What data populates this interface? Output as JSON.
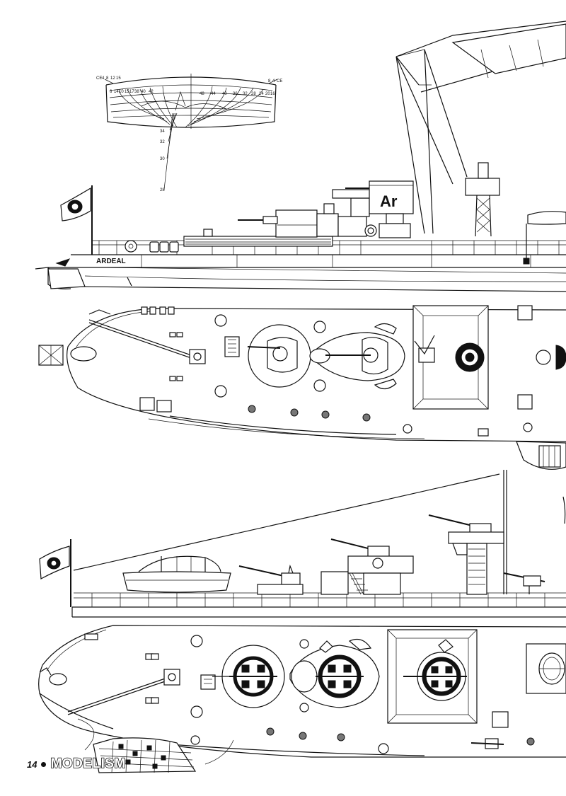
{
  "plan": {
    "ship_name": "ARDEAL",
    "turret_marking": "Ar",
    "body_plan": {
      "frames_left": [
        "CE",
        "4",
        "8",
        "12",
        "15"
      ],
      "frames_top": [
        "6",
        "14",
        "10",
        "15",
        "17",
        "38",
        "40",
        "42"
      ],
      "frames_mid": [
        "48",
        "44",
        "40",
        "36",
        "32",
        "28",
        "24",
        "20",
        "16"
      ],
      "frames_right": [
        "8",
        "4",
        "CE"
      ],
      "frames_down": [
        "34",
        "32",
        "30",
        "28"
      ]
    }
  },
  "footer": {
    "page_number": "14",
    "magazine": "MODELISM"
  }
}
